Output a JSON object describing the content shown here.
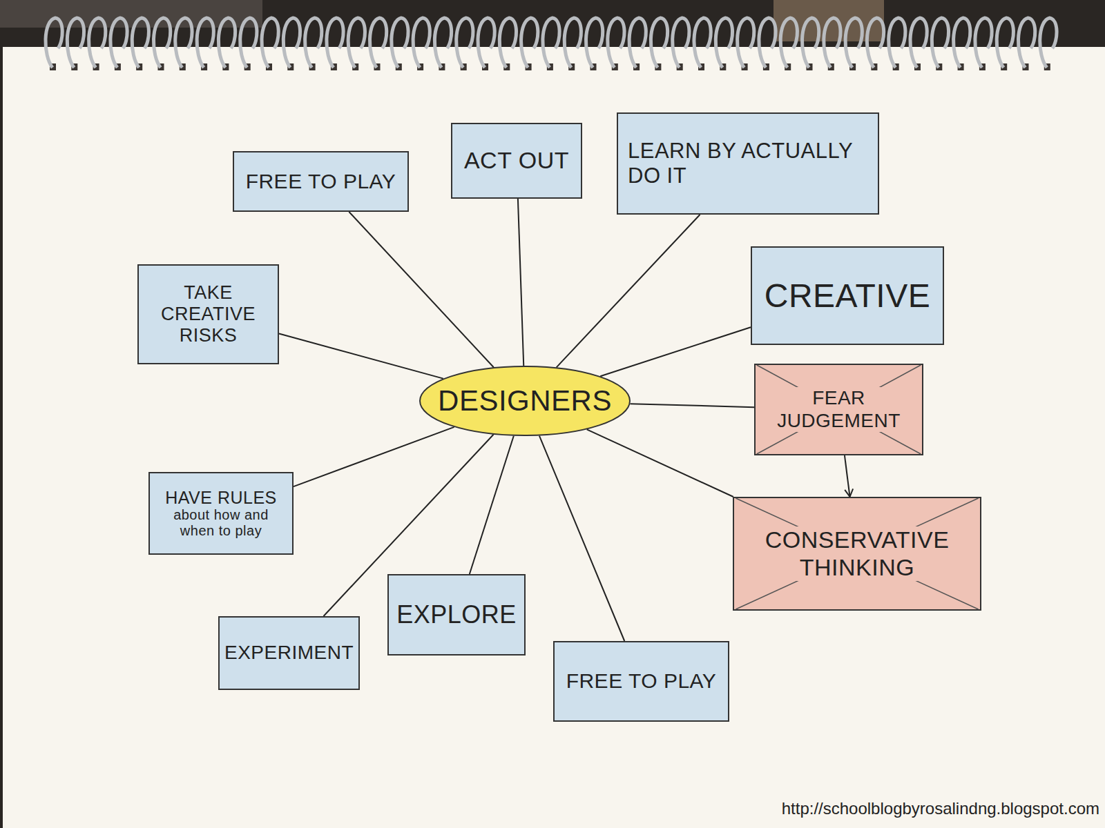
{
  "diagram": {
    "nodes": [
      {
        "text": [
          "FREE TO PLAY"
        ]
      },
      {
        "text": [
          "ACT OUT"
        ]
      },
      {
        "text": [
          "LEARN BY ACTUALLY DO IT"
        ]
      },
      {
        "text": [
          "TAKE CREATIVE RISKS"
        ]
      },
      {
        "text": [
          "CREATIVE"
        ]
      },
      {
        "text": [
          "DESIGNERS"
        ]
      },
      {
        "text": [
          "FEAR JUDGEMENT"
        ]
      },
      {
        "text": [
          "HAVE RULES",
          "about how and when to play"
        ]
      },
      {
        "text": [
          "CONSERVATIVE THINKING"
        ]
      },
      {
        "text": [
          "EXPERIMENT"
        ]
      },
      {
        "text": [
          "EXPLORE"
        ]
      },
      {
        "text": [
          "FREE TO PLAY"
        ]
      }
    ],
    "edges": [
      {
        "from": 5,
        "to": 0,
        "arrow": "none"
      },
      {
        "from": 5,
        "to": 1,
        "arrow": "none"
      },
      {
        "from": 5,
        "to": 2,
        "arrow": "none"
      },
      {
        "from": 5,
        "to": 3,
        "arrow": "none"
      },
      {
        "from": 5,
        "to": 4,
        "arrow": "none"
      },
      {
        "from": 5,
        "to": 6,
        "arrow": "none"
      },
      {
        "from": 5,
        "to": 7,
        "arrow": "none"
      },
      {
        "from": 5,
        "to": 8,
        "arrow": "none"
      },
      {
        "from": 5,
        "to": 9,
        "arrow": "none"
      },
      {
        "from": 5,
        "to": 10,
        "arrow": "none"
      },
      {
        "from": 5,
        "to": 11,
        "arrow": "none"
      },
      {
        "from": 6,
        "to": 8,
        "arrow": "to"
      }
    ],
    "labels": [
      "http://schoolblogbyrosalindng.blogspot.com"
    ]
  }
}
